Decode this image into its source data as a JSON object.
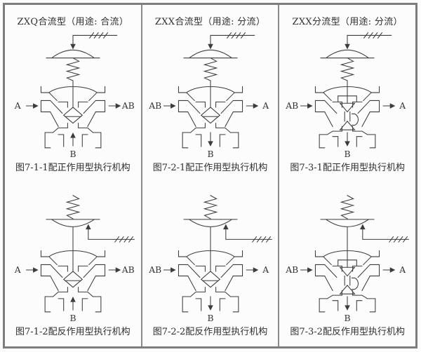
{
  "style": {
    "background": "#fcfcfc",
    "border_color": "#7d7d7d",
    "divider_color": "#8a8a8a",
    "line_color": "#3c3c3c",
    "text_color": "#2e2e2e"
  },
  "columns": [
    {
      "title": "ZXQ合流型（用途: 合流）",
      "diagrams": [
        {
          "caption": "图7-1-1配正作用型执行机构",
          "actuator": "direct",
          "plug": "globe",
          "left_label": "A",
          "right_label": "AB",
          "bottom_label": "B",
          "bottom_arrow": "up"
        },
        {
          "caption": "图7-1-2配反作用型执行机构",
          "actuator": "reverse",
          "plug": "globe",
          "left_label": "A",
          "right_label": "AB",
          "bottom_label": "B",
          "bottom_arrow": "up"
        }
      ]
    },
    {
      "title": "ZXX合流型（用途: 分流）",
      "diagrams": [
        {
          "caption": "图7-2-1配正作用型执行机构",
          "actuator": "direct",
          "plug": "globe",
          "left_label": "AB",
          "right_label": "A",
          "bottom_label": "B",
          "bottom_arrow": "down"
        },
        {
          "caption": "图7-2-2配反作用型执行机构",
          "actuator": "reverse",
          "plug": "globe",
          "left_label": "AB",
          "right_label": "A",
          "bottom_label": "B",
          "bottom_arrow": "down"
        }
      ]
    },
    {
      "title": "ZXX分流型（用途: 分流）",
      "diagrams": [
        {
          "caption": "图7-3-1配正作用型执行机构",
          "actuator": "direct",
          "plug": "spool",
          "left_label": "AB",
          "right_label": "A",
          "bottom_label": "B",
          "bottom_arrow": "down"
        },
        {
          "caption": "图7-3-2配反作用型执行机构",
          "actuator": "reverse",
          "plug": "spool",
          "left_label": "AB",
          "right_label": "A",
          "bottom_label": "B",
          "bottom_arrow": "down"
        }
      ]
    }
  ]
}
